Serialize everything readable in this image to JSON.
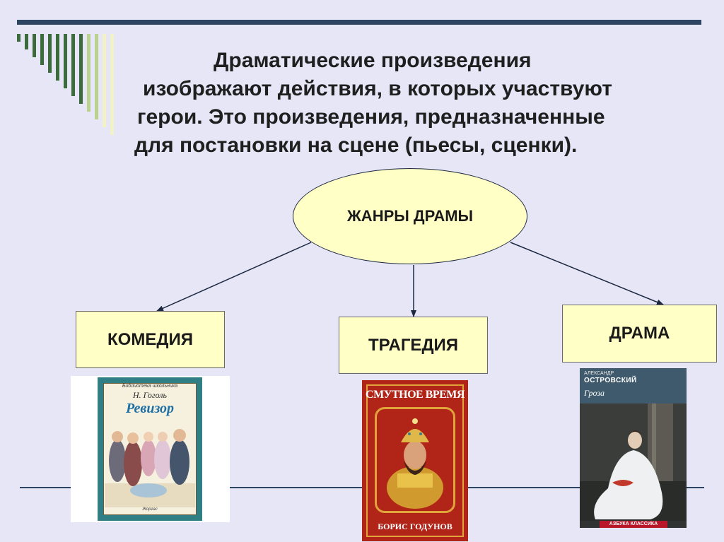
{
  "intro_lines": [
    "Драматические  произведения",
    "изображают действия, в которых участвуют",
    "герои. Это произведения, предназначенные",
    "для постановки на сцене (пьесы, сценки)."
  ],
  "diagram": {
    "root": "ЖАНРЫ ДРАМЫ",
    "branches": [
      "КОМЕДИЯ",
      "ТРАГЕДИЯ",
      "ДРАМА"
    ]
  },
  "covers": {
    "comedy": {
      "series": "Библиотека школьника",
      "author": "Н. Гоголь",
      "title": "Ревизор",
      "publisher": "Жоргас"
    },
    "tragedy": {
      "header": "СМУТНОЕ ВРЕМЯ",
      "title": "БОРИС ГОДУНОВ"
    },
    "drama": {
      "author_first": "АЛЕКСАНДР",
      "author_last": "ОСТРОВСКИЙ",
      "title": "Гроза",
      "series": "АЗБУКА КЛАССИКА"
    }
  },
  "colors": {
    "background": "#e6e6f7",
    "rule": "#2e4463",
    "fill": "#ffffc6",
    "stripes": [
      "#3c6b3c",
      "#b9d28e",
      "#f2f2c7"
    ]
  }
}
